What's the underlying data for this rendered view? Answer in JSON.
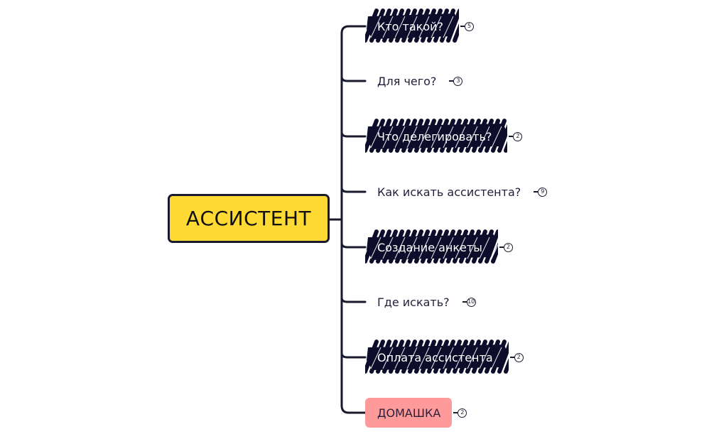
{
  "root": {
    "label": "АССИСТЕНТ"
  },
  "branches": [
    {
      "label": "Кто такой?",
      "count": "5",
      "style": "scribble"
    },
    {
      "label": "Для чего?",
      "count": "3",
      "style": "plain"
    },
    {
      "label": "Что делегировать?",
      "count": "2",
      "style": "scribble"
    },
    {
      "label": "Как искать ассистента?",
      "count": "9",
      "style": "plain"
    },
    {
      "label": "Создание анкеты",
      "count": "2",
      "style": "scribble"
    },
    {
      "label": "Где искать?",
      "count": "10",
      "style": "plain"
    },
    {
      "label": "Оплата ассистента",
      "count": "2",
      "style": "scribble"
    },
    {
      "label": "ДОМАШКА",
      "count": "2",
      "style": "pink"
    }
  ],
  "colors": {
    "root_fill": "#ffd934",
    "line": "#1a1a2e",
    "scribble": "#0d0d2b",
    "highlight": "#ff9a9a"
  }
}
